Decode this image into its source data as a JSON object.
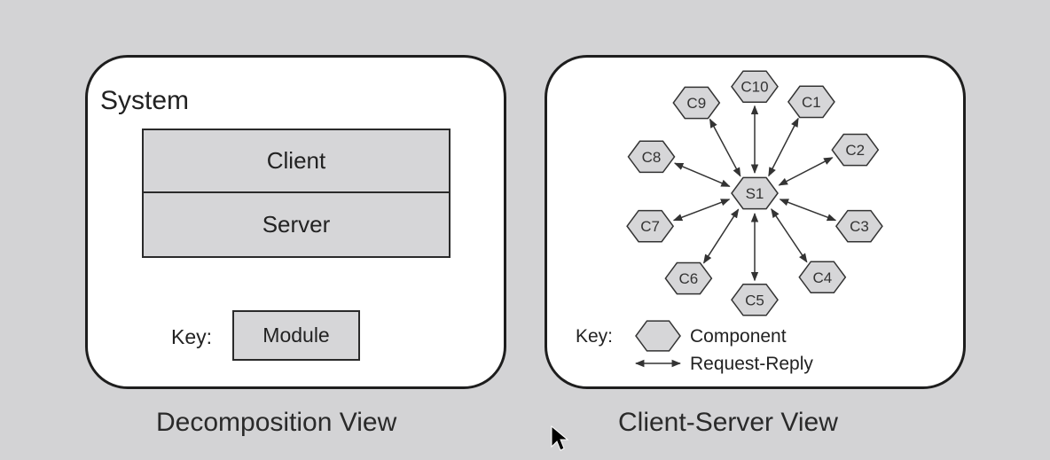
{
  "decomposition_view": {
    "system_label": "System",
    "modules": [
      "Client",
      "Server"
    ],
    "key_label": "Key:",
    "key_item": "Module",
    "caption": "Decomposition View"
  },
  "client_server_view": {
    "server": "S1",
    "clients": [
      "C1",
      "C2",
      "C3",
      "C4",
      "C5",
      "C6",
      "C7",
      "C8",
      "C9",
      "C10"
    ],
    "key_label": "Key:",
    "key_component": "Component",
    "key_connector": "Request-Reply",
    "caption": "Client-Server View"
  },
  "colors": {
    "background": "#d3d3d5",
    "panel": "#ffffff",
    "module_fill": "#d6d6d8",
    "hex_fill": "#d6d6d8"
  },
  "icons": {
    "cursor": "mouse-pointer-icon",
    "component": "hexagon-icon",
    "connector": "double-arrow-icon"
  }
}
